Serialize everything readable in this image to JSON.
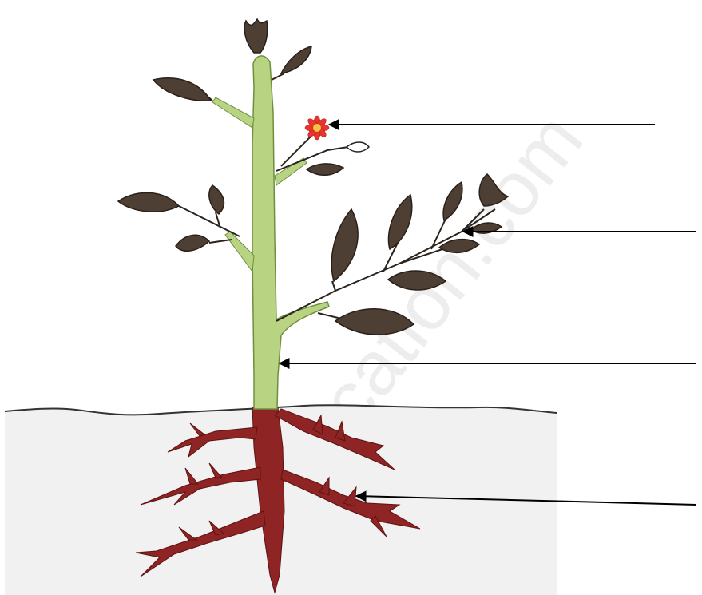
{
  "diagram": {
    "subject": "plant-parts-labelling",
    "watermark": "...education.com",
    "colors": {
      "stem": "#b8d483",
      "stem_outline": "#6f8f3f",
      "root": "#8e2424",
      "leaf": "#4e3f34",
      "flower": "#e8362e",
      "flower_center": "#f4c542",
      "ground_line": "#333333",
      "soil": "#f1f1f1",
      "pointer": "#000000",
      "watermark": "#ececec"
    },
    "pointers": [
      {
        "target": "flower",
        "label": ""
      },
      {
        "target": "leaf",
        "label": ""
      },
      {
        "target": "stem",
        "label": ""
      },
      {
        "target": "root",
        "label": ""
      }
    ]
  }
}
